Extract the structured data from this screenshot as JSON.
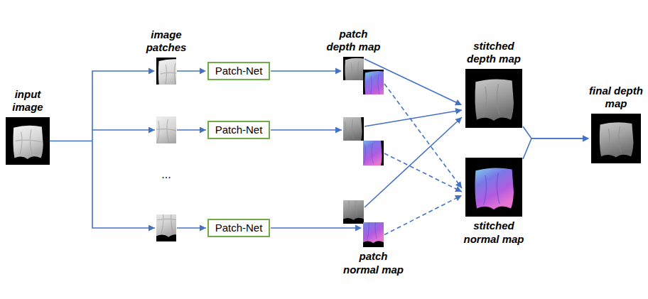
{
  "diagram": {
    "nodes": [
      {
        "text": [
          "input image"
        ]
      },
      {
        "text": [
          "image patches"
        ]
      },
      {
        "text": [
          "Patch-Net"
        ]
      },
      {
        "text": [
          "Patch-Net"
        ]
      },
      {
        "text": [
          "Patch-Net"
        ]
      },
      {
        "text": [
          "patch depth map"
        ]
      },
      {
        "text": [
          "patch normal map"
        ]
      },
      {
        "text": [
          "stitched depth map"
        ]
      },
      {
        "text": [
          "stitched normal map"
        ]
      },
      {
        "text": [
          "final depth map"
        ]
      }
    ],
    "edges": [
      {
        "from": 0,
        "to": 1,
        "arrow": "to"
      },
      {
        "from": 1,
        "to": 2,
        "arrow": "to"
      },
      {
        "from": 2,
        "to": 5,
        "arrow": "to"
      },
      {
        "from": 4,
        "to": 6,
        "arrow": "to"
      },
      {
        "from": 5,
        "to": 7,
        "arrow": "to"
      },
      {
        "from": 6,
        "to": 8,
        "arrow": "to"
      },
      {
        "from": 7,
        "to": 9,
        "arrow": "to"
      },
      {
        "from": 8,
        "to": 9,
        "arrow": "to"
      }
    ],
    "labels": [
      "..."
    ]
  }
}
